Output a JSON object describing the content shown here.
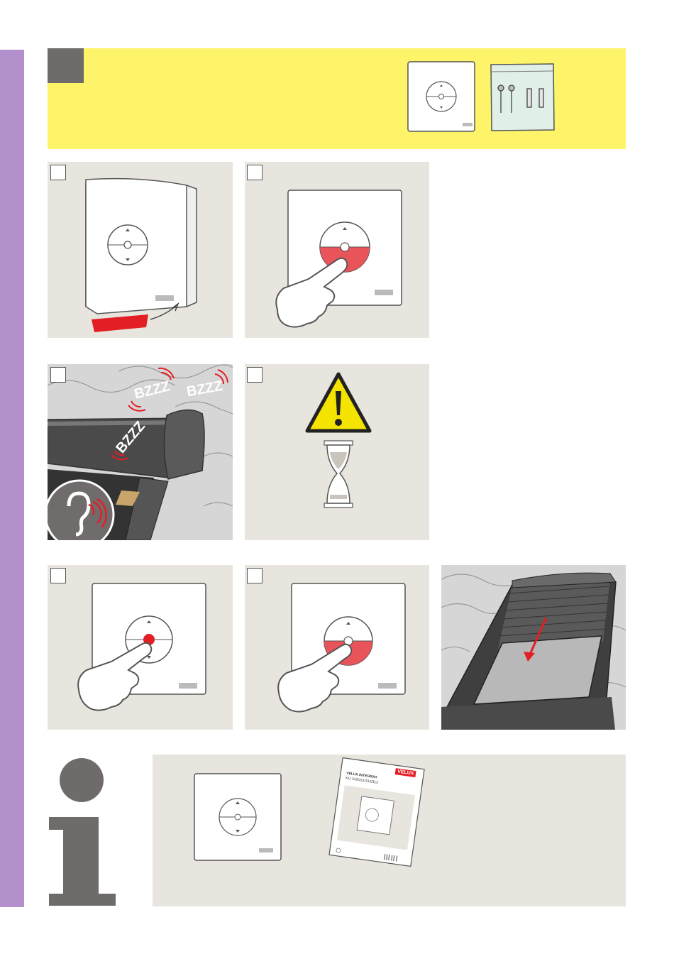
{
  "brand": {
    "badge_text": "VELUX",
    "accent_color": "#e31e24",
    "sidebar_color": "#b38fcc",
    "header_color": "#fdf46a",
    "panel_color": "#e7e5de"
  },
  "step3": {
    "sound_1": "BZZZ",
    "sound_2": "BZZZ",
    "sound_3": "BZZZ"
  },
  "info": {
    "manual_brand": "VELUX",
    "manual_title": "VELUX INTEGRA®",
    "manual_models": "KLI 310/311/312/313"
  },
  "icons": [
    "package-contents-icon",
    "warning-icon",
    "hourglass-icon",
    "ear-icon",
    "info-icon",
    "finger-press-icon"
  ]
}
